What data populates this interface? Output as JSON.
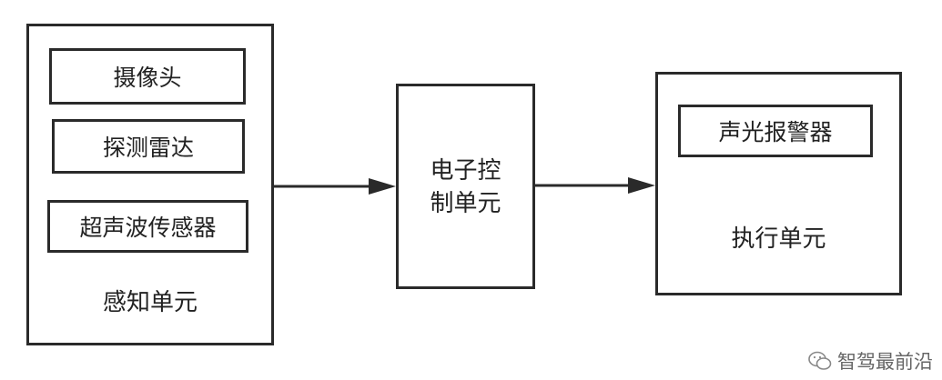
{
  "perception": {
    "items": [
      "摄像头",
      "探测雷达",
      "超声波传感器"
    ],
    "label": "感知单元"
  },
  "ecu": {
    "line1": "电子控",
    "line2": "制单元"
  },
  "execution": {
    "items": [
      "声光报警器"
    ],
    "label": "执行单元"
  },
  "watermark": {
    "text": "智驾最前沿",
    "icon": "wechat-icon"
  }
}
